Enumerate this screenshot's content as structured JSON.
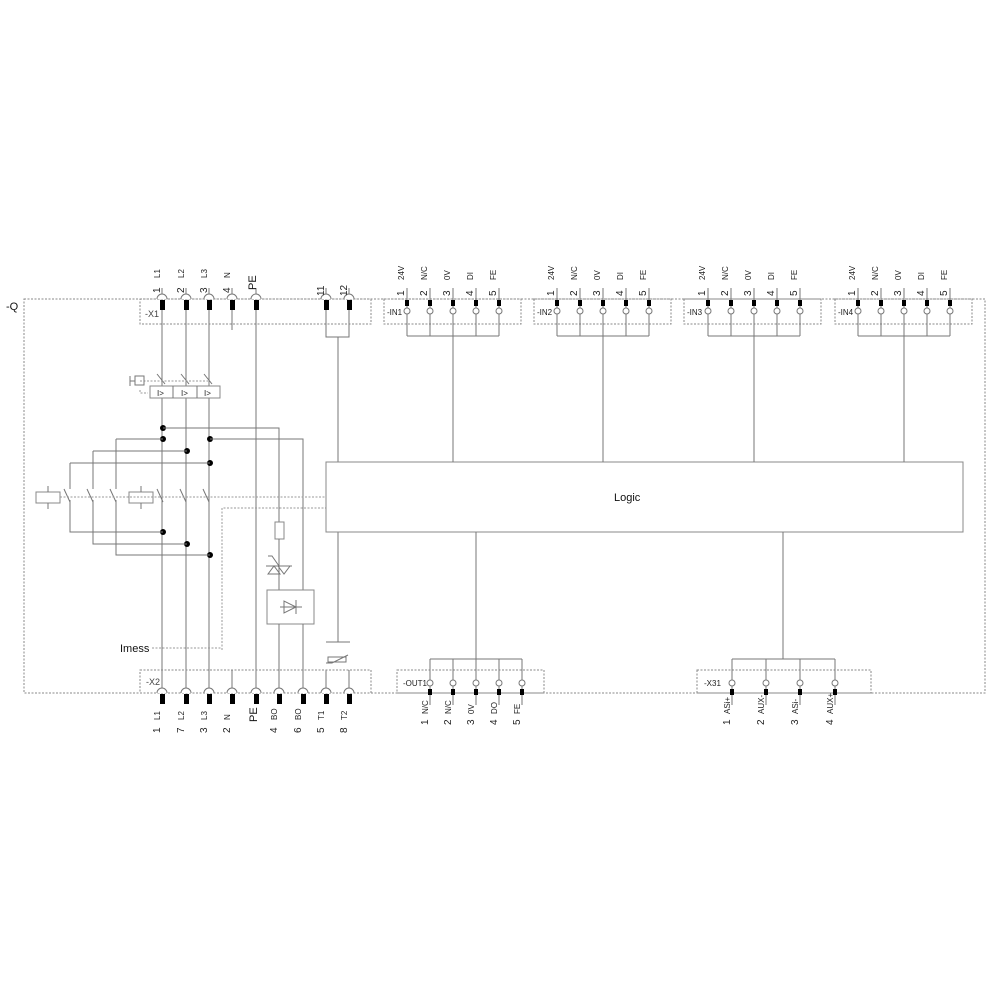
{
  "device": {
    "label": "-Q"
  },
  "logic": {
    "label": "Logic"
  },
  "imess": {
    "label": "Imess"
  },
  "x1": {
    "label": "-X1",
    "terminals": [
      {
        "num": "1",
        "sig": "L1"
      },
      {
        "num": "2",
        "sig": "L2"
      },
      {
        "num": "3",
        "sig": "L3"
      },
      {
        "num": "4",
        "sig": "N"
      },
      {
        "num": "",
        "sig": "PE"
      },
      {
        "num": "11",
        "sig": ""
      },
      {
        "num": "12",
        "sig": ""
      }
    ]
  },
  "inputs": [
    {
      "label": "-IN1",
      "pins": [
        {
          "num": "1",
          "sig": "24V"
        },
        {
          "num": "2",
          "sig": "N/C"
        },
        {
          "num": "3",
          "sig": "0V"
        },
        {
          "num": "4",
          "sig": "DI"
        },
        {
          "num": "5",
          "sig": "FE"
        }
      ]
    },
    {
      "label": "-IN2",
      "pins": [
        {
          "num": "1",
          "sig": "24V"
        },
        {
          "num": "2",
          "sig": "N/C"
        },
        {
          "num": "3",
          "sig": "0V"
        },
        {
          "num": "4",
          "sig": "DI"
        },
        {
          "num": "5",
          "sig": "FE"
        }
      ]
    },
    {
      "label": "-IN3",
      "pins": [
        {
          "num": "1",
          "sig": "24V"
        },
        {
          "num": "2",
          "sig": "N/C"
        },
        {
          "num": "3",
          "sig": "0V"
        },
        {
          "num": "4",
          "sig": "DI"
        },
        {
          "num": "5",
          "sig": "FE"
        }
      ]
    },
    {
      "label": "-IN4",
      "pins": [
        {
          "num": "1",
          "sig": "24V"
        },
        {
          "num": "2",
          "sig": "N/C"
        },
        {
          "num": "3",
          "sig": "0V"
        },
        {
          "num": "4",
          "sig": "DI"
        },
        {
          "num": "5",
          "sig": "FE"
        }
      ]
    }
  ],
  "x2": {
    "label": "-X2",
    "terminals": [
      {
        "num": "1",
        "sig": "L1"
      },
      {
        "num": "7",
        "sig": "L2"
      },
      {
        "num": "3",
        "sig": "L3"
      },
      {
        "num": "2",
        "sig": "N"
      },
      {
        "num": "",
        "sig": "PE"
      },
      {
        "num": "4",
        "sig": "BO"
      },
      {
        "num": "6",
        "sig": "BO"
      },
      {
        "num": "5",
        "sig": "T1"
      },
      {
        "num": "8",
        "sig": "T2"
      }
    ]
  },
  "out1": {
    "label": "-OUT1",
    "pins": [
      {
        "num": "1",
        "sig": "N/C"
      },
      {
        "num": "2",
        "sig": "N/C"
      },
      {
        "num": "3",
        "sig": "0V"
      },
      {
        "num": "4",
        "sig": "DO"
      },
      {
        "num": "5",
        "sig": "FE"
      }
    ]
  },
  "x31": {
    "label": "-X31",
    "pins": [
      {
        "num": "1",
        "sig": "ASi+"
      },
      {
        "num": "2",
        "sig": "AUX-"
      },
      {
        "num": "3",
        "sig": "ASi-"
      },
      {
        "num": "4",
        "sig": "AUX+"
      }
    ]
  },
  "symbols": {
    "breaker_trip": "I>",
    "colors": {
      "wire": "#777777",
      "terminal": "#000000",
      "box": "#888888"
    }
  }
}
